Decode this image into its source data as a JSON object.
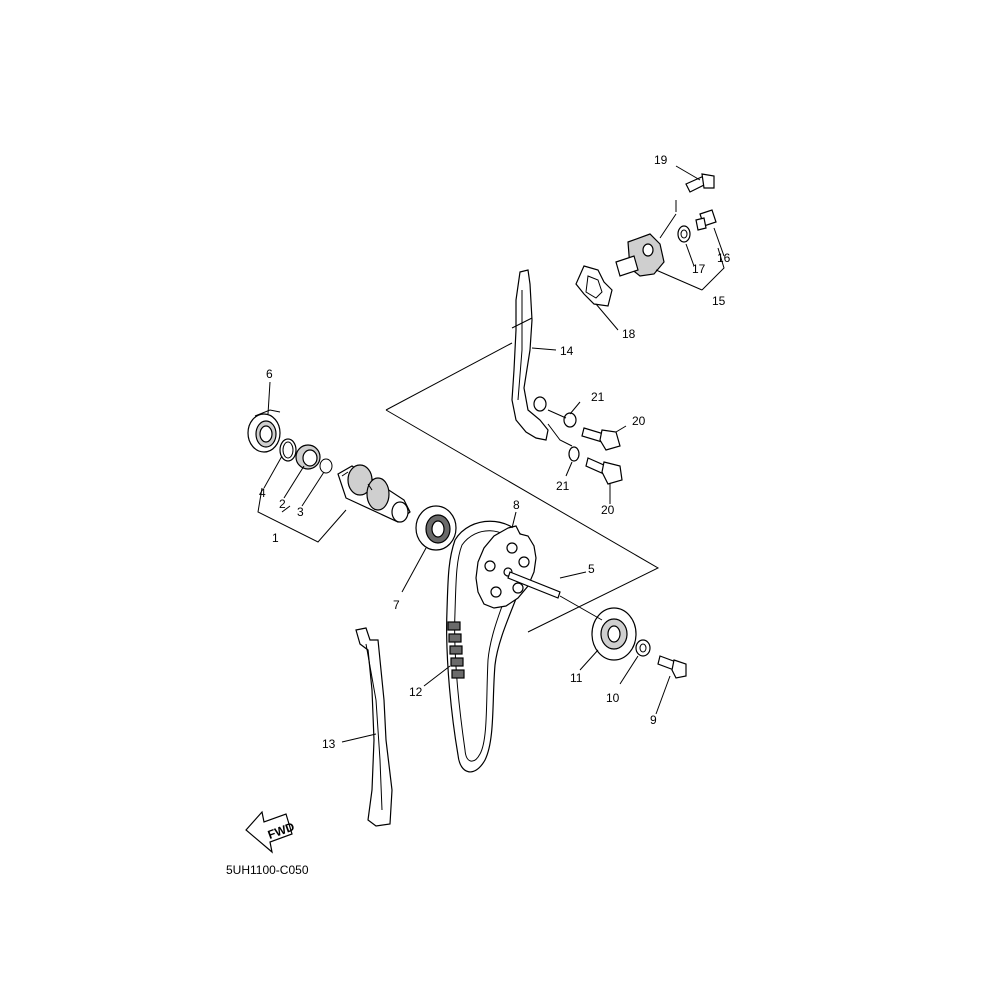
{
  "diagram_code": "5UH1100-C050",
  "fwd_arrow_text": "FWD",
  "callouts": [
    {
      "id": "c1",
      "text": "1"
    },
    {
      "id": "c2",
      "text": "2"
    },
    {
      "id": "c3",
      "text": "3"
    },
    {
      "id": "c4",
      "text": "4"
    },
    {
      "id": "c5",
      "text": "5"
    },
    {
      "id": "c6",
      "text": "6"
    },
    {
      "id": "c7",
      "text": "7"
    },
    {
      "id": "c8",
      "text": "8"
    },
    {
      "id": "c9",
      "text": "9"
    },
    {
      "id": "c10",
      "text": "10"
    },
    {
      "id": "c11",
      "text": "11"
    },
    {
      "id": "c12",
      "text": "12"
    },
    {
      "id": "c13",
      "text": "13"
    },
    {
      "id": "c14",
      "text": "14"
    },
    {
      "id": "c15",
      "text": "15"
    },
    {
      "id": "c16",
      "text": "16"
    },
    {
      "id": "c17",
      "text": "17"
    },
    {
      "id": "c18",
      "text": "18"
    },
    {
      "id": "c19",
      "text": "19"
    },
    {
      "id": "c20a",
      "text": "20"
    },
    {
      "id": "c20b",
      "text": "20"
    },
    {
      "id": "c21a",
      "text": "21"
    },
    {
      "id": "c21b",
      "text": "21"
    }
  ]
}
